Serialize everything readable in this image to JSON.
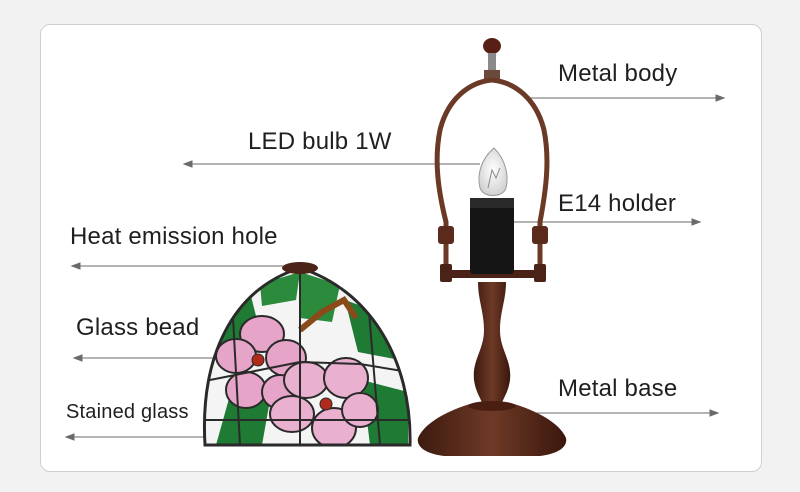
{
  "labels": {
    "metal_body": "Metal body",
    "led_bulb": "LED bulb 1W",
    "e14_holder": "E14 holder",
    "heat_hole": "Heat emission hole",
    "glass_bead": "Glass bead",
    "metal_base": "Metal base",
    "stained_glass": "Stained glass"
  },
  "colors": {
    "bronze": "#5a2a1c",
    "leaf_green": "#1f7a34",
    "flower_pink": "#e6a5c8",
    "glass_white": "#f4f4f4",
    "lead_line": "#2a2a2a",
    "bead_red": "#b12a1a",
    "arrow_line": "#6a6a6a"
  }
}
